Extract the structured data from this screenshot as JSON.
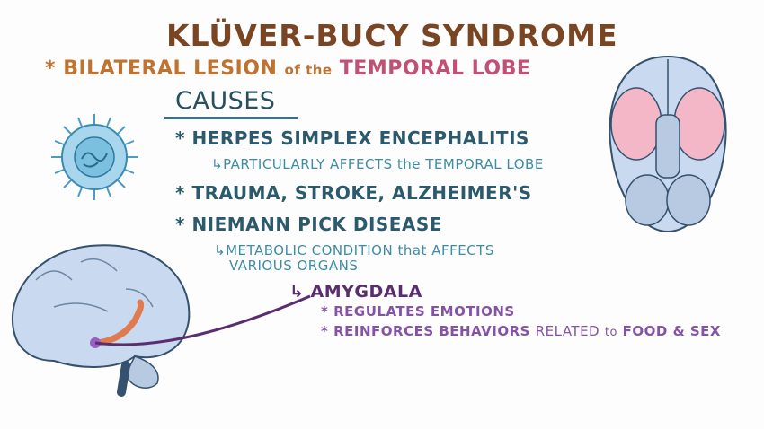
{
  "title": "KLÜVER-BUCY SYNDROME",
  "subtitle": {
    "bullet": "*",
    "part1": "BILATERAL LESION",
    "part2": "of the",
    "part3": "TEMPORAL LOBE"
  },
  "causes": {
    "heading": "CAUSES",
    "items": [
      {
        "bullet": "*",
        "label": "HERPES SIMPLEX ENCEPHALITIS",
        "note": "↳PARTICULARLY AFFECTS the TEMPORAL LOBE"
      },
      {
        "bullet": "*",
        "label": "TRAUMA, STROKE, ALZHEIMER'S"
      },
      {
        "bullet": "*",
        "label": "NIEMANN PICK DISEASE",
        "note": "↳METABOLIC CONDITION that AFFECTS",
        "note2": "VARIOUS ORGANS"
      }
    ]
  },
  "amygdala": {
    "label": "↳ AMYGDALA",
    "points": [
      {
        "bullet": "*",
        "text": "REGULATES EMOTIONS"
      },
      {
        "bullet": "*",
        "bold": "REINFORCES BEHAVIORS",
        "light": "RELATED",
        "to": "to",
        "end": "FOOD & SEX"
      }
    ]
  },
  "colors": {
    "title": "#7a4522",
    "lesion": "#c07330",
    "temporal": "#c24f74",
    "teal": "#2b5a6c",
    "purple": "#5a2d70"
  }
}
